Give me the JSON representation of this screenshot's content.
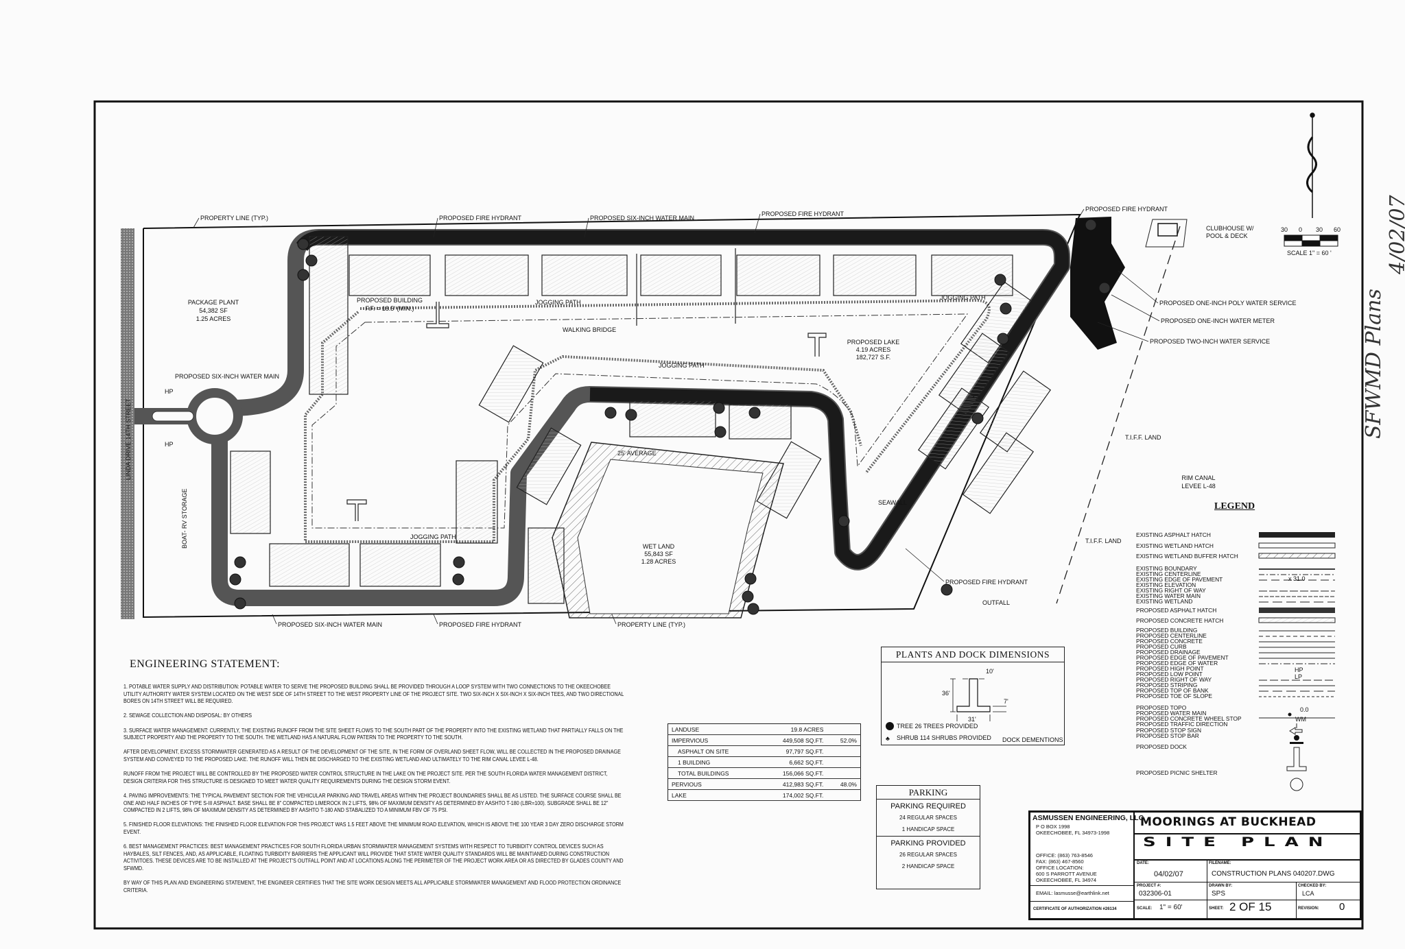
{
  "drawing": {
    "street_label": "LINDA DRIVE  14TH STREET",
    "boat_rv": "BOAT- RV STORAGE",
    "package_plant": [
      "PACKAGE PLANT",
      "54,382 SF",
      "1.25 ACRES"
    ],
    "proposed_building": [
      "PROPOSED BUILDING",
      "F.F. = 18.5' (MIN.)"
    ],
    "walking_bridge": "WALKING BRIDGE",
    "jogging_path": "JOGGING PATH",
    "proposed_lake": [
      "PROPOSED LAKE",
      "4.19 ACRES",
      "182,727 S.F."
    ],
    "wetland": [
      "WET LAND",
      "55,843 SF",
      "1.28 ACRES"
    ],
    "average": "25' AVERAGE",
    "seawall": "SEAWALL",
    "tiff_land": "T.I.F.F. LAND",
    "rim_canal": [
      "RIM CANAL",
      "LEVEE L-48"
    ],
    "outfall": "OUTFALL",
    "hp": "HP",
    "clubhouse": [
      "CLUBHOUSE W/",
      "POOL & DECK"
    ],
    "callouts": {
      "property_line": "PROPERTY LINE (TYP.)",
      "fire_hydrant": "PROPOSED FIRE HYDRANT",
      "six_inch_main": "PROPOSED SIX-INCH WATER MAIN",
      "poly_service": "PROPOSED ONE-INCH POLY WATER SERVICE",
      "water_meter": "PROPOSED ONE-INCH WATER METER",
      "two_inch_service": "PROPOSED TWO-INCH WATER SERVICE"
    },
    "scale_bar": {
      "ticks": [
        "30",
        "0",
        "30",
        "60"
      ],
      "label": "SCALE 1\" = 60 '"
    },
    "handwritten": [
      "SFWMD Plans",
      "4/02/07"
    ]
  },
  "engineering_statement": {
    "title": "ENGINEERING STATEMENT:",
    "paragraphs": [
      "1.  POTABLE WATER SUPPLY AND DISTRIBUTION:  POTABLE WATER TO SERVE THE PROPOSED BUILDING SHALL BE PROVIDED THROUGH A LOOP SYSTEM WITH TWO CONNECTIONS TO THE OKEECHOBEE UTILITY AUTHORITY WATER SYSTEM LOCATED ON THE WEST SIDE OF 14TH STREET TO THE WEST PROPERTY LINE OF THE PROJECT SITE.  TWO SIX-INCH X SIX-INCH X SIX-INCH TEES, AND TWO DIRECTIONAL BORES ON 14TH STREET WILL BE REQUIRED.",
      "2.  SEWAGE COLLECTION AND DISPOSAL:  BY OTHERS",
      "3.  SURFACE WATER MANAGEMENT:  CURRENTLY, THE EXISTING RUNOFF FROM THE SITE SHEET FLOWS TO THE SOUTH PART OF THE PROPERTY INTO THE EXISTING WETLAND THAT PARTIALLY FALLS ON THE SUBJECT PROPERTY AND THE PROPERTY TO THE SOUTH.  THE WETLAND HAS A NATURAL FLOW PATERN TO THE PROPERTY TO THE SOUTH.",
      "AFTER DEVELOPMENT, EXCESS STORMWATER GENERATED AS A RESULT OF THE DEVELOPMENT OF THE SITE, IN THE FORM OF OVERLAND SHEET FLOW, WILL BE COLLECTED IN THE PROPOSED DRAINAGE SYSTEM AND CONVEYED TO THE PROPOSED LAKE.  THE RUNOFF WILL THEN BE DISCHARGED TO THE EXISTING WETLAND AND ULTIMATELY TO THE RIM CANAL LEVEE L-48.",
      "RUNOFF FROM THE PROJECT WILL BE CONTROLLED BY THE PROPOSED WATER CONTROL STRUCTURE IN THE LAKE ON THE PROJECT SITE.  PER THE SOUTH FLORIDA WATER MANAGEMENT DISTRICT, DESIGN CRITERIA FOR THIS STRUCTURE IS DESIGNED TO MEET WATER QUALITY REQUIREMENTS DURING THE DESIGN STORM EVENT.",
      "4.  PAVING IMPROVEMENTS:  THE TYPICAL PAVEMENT SECTION FOR THE VEHICULAR PARKING AND TRAVEL AREAS WITHIN THE PROJECT BOUNDARIES SHALL BE AS LISTED.  THE SURFACE COURSE SHALL BE ONE AND HALF INCHES OF TYPE S-III ASPHALT.  BASE SHALL BE 8\" COMPACTED LIMEROCK IN 2 LIFTS, 98% OF MAXIMUM DENSITY AS DETERMINED BY AASHTO T-180 (LBR=100).  SUBGRADE SHALL BE 12\" COMPACTED IN 2 LIFTS, 98% OF MAXIMUM DENSITY AS DETERMINED BY AASHTO T-180 AND STABALIZED TO A MINIMUM FBV OF 75 PSI.",
      "5.  FINISHED FLOOR ELEVATIONS:  THE FINISHED FLOOR ELEVATION FOR THIS PROJECT WAS 1.5 FEET ABOVE THE MINIMUM ROAD ELEVATION, WHICH IS ABOVE THE 100 YEAR 3 DAY ZERO DISCHARGE STORM EVENT.",
      "6.  BEST MANAGEMENT PRACTICES:  BEST MANAGEMENT PRACTICES FOR SOUTH FLORIDA URBAN STORMWATER MANAGEMENT SYSTEMS WITH RESPECT TO TURBIDITY CONTROL DEVICES SUCH AS HAYBALES, SILT FENCES, AND, AS APPLICABLE, FLOATING TURBIDITY BARRIERS THE APPLICANT WILL PROVIDE THAT STATE WATER QUALITY STANDARDS WILL BE MAINTIANED DURING CONSTRUCTION ACTIVITOES.  THESE DEVICES ARE TO BE INSTALLED AT THE PROJECT'S OUTFALL POINT AND AT LOCATIONS ALONG THE PERIMETER OF THE PROJECT WORK AREA OR AS DIRECTED BY GLADES COUNTY AND SFWMD.",
      "BY WAY OF THIS PLAN AND ENGINEERING STATEMENT, THE ENGINEER CERTIFIES THAT THE SITE WORK DESIGN MEETS ALL APPLICABLE STORMWATER MANAGEMENT AND FLOOD PROTECTION ORDINANCE CRITERIA."
    ]
  },
  "landuse_table": [
    [
      "LANDUSE",
      "19.8 ACRES",
      ""
    ],
    [
      "IMPERVIOUS",
      "449,508 SQ.FT.",
      "52.0%"
    ],
    [
      "ASPHALT ON SITE",
      "97,797 SQ.FT.",
      ""
    ],
    [
      "1 BUILDING",
      "6,662 SQ.FT.",
      ""
    ],
    [
      "TOTAL BUILDINGS",
      "156,066 SQ.FT.",
      ""
    ],
    [
      "PERVIOUS",
      "412,983 SQ.FT.",
      "48.0%"
    ],
    [
      "LAKE",
      "174,002 SQ.FT.",
      ""
    ]
  ],
  "plants_dock": {
    "title": "PLANTS AND DOCK DIMENSIONS",
    "dims": [
      "10'",
      "36'",
      "7'",
      "31'"
    ],
    "tree": "TREE 26 TREES PROVIDED",
    "shrub": "SHRUB 114 SHRUBS PROVIDED",
    "dock_label": "DOCK DEMENTIONS"
  },
  "parking": {
    "title": "PARKING",
    "required_title": "PARKING REQUIRED",
    "required": [
      "24 REGULAR SPACES",
      "1 HANDICAP SPACE"
    ],
    "provided_title": "PARKING PROVIDED",
    "provided": [
      "26 REGULAR SPACES",
      "2 HANDICAP SPACE"
    ]
  },
  "legend": {
    "title": "LEGEND",
    "items": [
      "EXISTING ASPHALT HATCH",
      "EXISTING WETLAND HATCH",
      "EXISTING WETLAND BUFFER HATCH",
      "EXISTING BOUNDARY",
      "EXISTING CENTERLINE",
      "EXISTING EDGE OF PAVEMENT",
      "EXISTING ELEVATION",
      "EXISTING RIGHT OF WAY",
      "EXISTING WATER MAIN",
      "EXISTING WETLAND",
      "PROPOSED ASPHALT HATCH",
      "PROPOSED CONCRETE HATCH",
      "PROPOSED BUILDING",
      "PROPOSED CENTERLINE",
      "PROPOSED CONCRETE",
      "PROPOSED CURB",
      "PROPOSED DRAINAGE",
      "PROPOSED EDGE OF PAVEMENT",
      "PROPOSED EDGE OF WATER",
      "PROPOSED HIGH POINT",
      "PROPOSED LOW POINT",
      "PROPOSED RIGHT OF WAY",
      "PROPOSED STRIPING",
      "PROPOSED TOP OF BANK",
      "PROPOSED TOE OF SLOPE",
      "PROPOSED TOPO",
      "PROPOSED WATER MAIN",
      "PROPOSED CONCRETE WHEEL STOP",
      "PROPOSED TRAFFIC DIRECTION",
      "PROPOSED STOP SIGN",
      "PROPOSED STOP BAR",
      "PROPOSED DOCK",
      "PROPOSED PICNIC SHELTER"
    ],
    "symbol_text": {
      "elevation": "x 31.0",
      "hp": "HP",
      "lp": "LP",
      "topo": "0.0",
      "wm": "WM"
    }
  },
  "title_block": {
    "company": "ASMUSSEN ENGINEERING, LLC",
    "po_box": "P O BOX 1998",
    "po_city": "OKEECHOBEE, FL 34973-1998",
    "office": "OFFICE: (863) 763-8546",
    "fax": "FAX: (863) 467-8560",
    "office_location": "OFFICE LOCATION:",
    "address": "600 S PARROTT AVENUE",
    "city": "OKEECHOBEE, FL 34974",
    "email": "EMAIL: lasmusse@earthlink.net",
    "certificate": "CERTIFICATE OF AUTHORIZATION #26134",
    "project_name": "MOORINGS AT BUCKHEAD",
    "sheet_title": "SITE PLAN",
    "date_label": "DATE:",
    "date": "04/02/07",
    "filename_label": "FILENAME:",
    "filename": "CONSTRUCTION PLANS 040207.DWG",
    "project_no_label": "PROJECT #:",
    "project_no": "032306-01",
    "drawn_label": "DRAWN BY:",
    "drawn": "SPS",
    "checked_label": "CHECKED BY:",
    "checked": "LCA",
    "scale_label": "SCALE:",
    "scale": "1\" = 60'",
    "sheet_label": "SHEET:",
    "sheet": "2 OF 15",
    "revision_label": "REVISION:",
    "revision": "0"
  }
}
